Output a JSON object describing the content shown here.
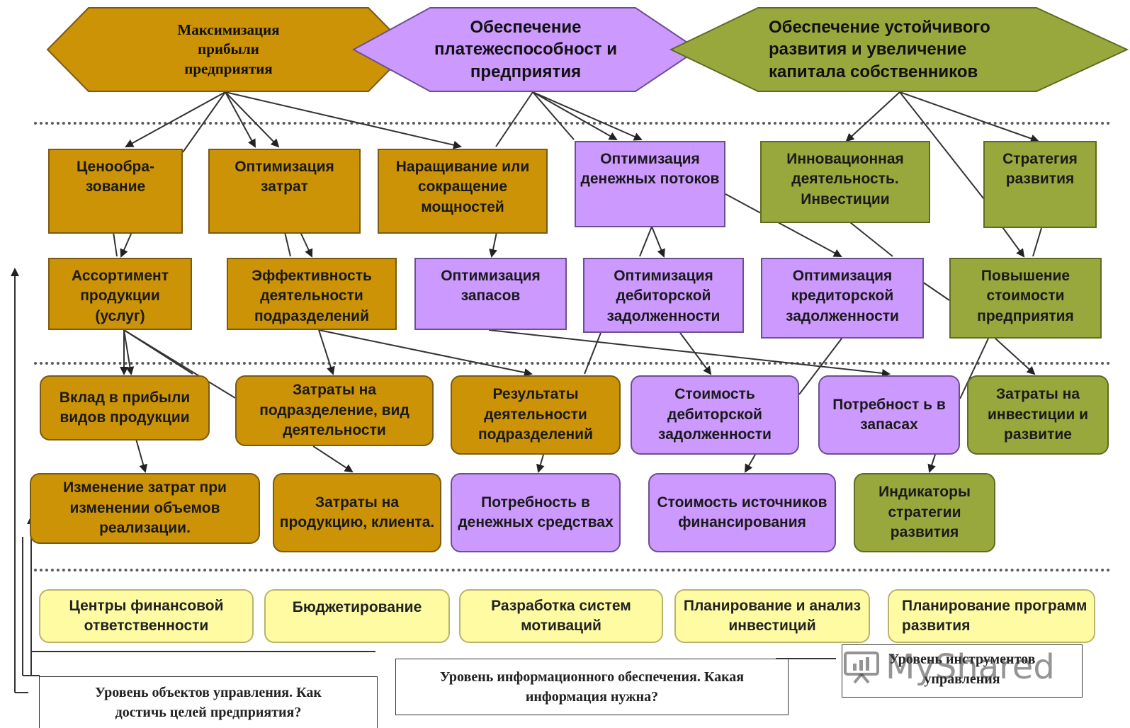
{
  "goals": {
    "profit": "Максимизация прибыли предприятия",
    "solvency": "Обеспечение платежеспособност и предприятия",
    "development": "Обеспечение устойчивого развития и увеличение капитала собственников"
  },
  "row1": {
    "pricing": "Ценообра- зование",
    "cost_optimization": "Оптимизация затрат",
    "capacity": "Наращивание или сокращение мощностей",
    "cash_flow": "Оптимизация денежных потоков",
    "innovation": "Инновационная деятельность. Инвестиции",
    "strategy": "Стратегия развития"
  },
  "row2": {
    "assortment": "Ассортимент продукции (услуг)",
    "unit_efficiency": "Эффективность деятельности подразделений",
    "inventory": "Оптимизация запасов",
    "receivables": "Оптимизация дебиторской задолженности",
    "payables": "Оптимизация кредиторской задолженности",
    "company_value": "Повышение стоимости предприятия"
  },
  "row3": {
    "contribution": "Вклад в прибыли видов продукции",
    "unit_costs": "Затраты на подразделение, вид деятельности",
    "unit_results": "Результаты деятельности подразделений",
    "receivables_cost": "Стоимость дебиторской задолженности",
    "inventory_need": "Потребност ь в запасах",
    "investment_costs": "Затраты на инвестиции и развитие"
  },
  "row4": {
    "cost_change": "Изменение затрат при изменении объемов реализации.",
    "product_costs": "Затраты на продукцию, клиента.",
    "cash_need": "Потребность в денежных средствах",
    "funding_cost": "Стоимость источников финансирования",
    "indicators": "Индикаторы стратегии развития"
  },
  "tools": {
    "responsibility_centers": "Центры финансовой ответственности",
    "budgeting": "Бюджетирование",
    "motivation": "Разработка систем мотиваций",
    "investment_planning": "Планирование и анализ инвестиций",
    "program_planning": "Планирование программ развития"
  },
  "levels": {
    "objects": "Уровень объектов управления. Как достичь целей предприятия?",
    "information": "Уровень информационного обеспечения. Какая информация нужна?",
    "instruments": "Уровень инструментов управления"
  },
  "watermark": {
    "text": "MyShared",
    "icon": "presentation-chart-icon"
  },
  "colors": {
    "brown": "#cc9306",
    "purple": "#cc99ff",
    "green": "#99a83d",
    "yellow": "#fefba3"
  }
}
